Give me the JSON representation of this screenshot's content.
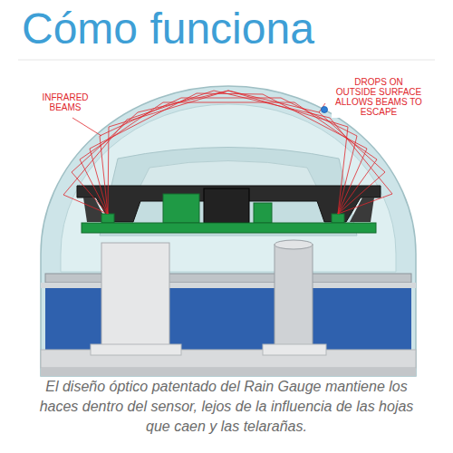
{
  "diagram": {
    "title": "Cómo funciona",
    "caption": "El diseño óptico patentado del Rain Gauge mantiene los haces dentro del sensor, lejos de la influencia de las hojas que caen y las telarañas.",
    "labels": [
      "INFRARED BEAMS",
      "DROPS ON OUTSIDE SURFACE ALLOWS BEAMS TO ESCAPE"
    ]
  }
}
